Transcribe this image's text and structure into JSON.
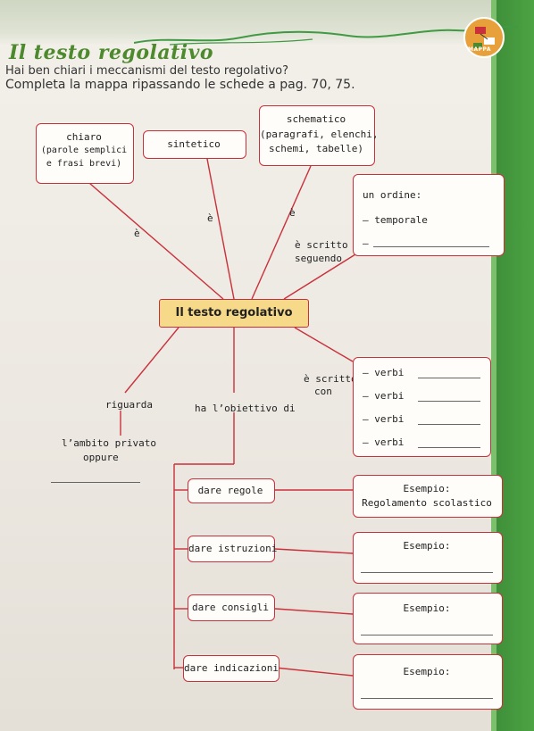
{
  "header": {
    "title": "Il testo regolativo",
    "intro_line1": "Hai ben chiari i meccanismi del testo regolativo?",
    "intro_line2": "Completa la mappa ripassando le schede a pag. 70, 75.",
    "badge_label": "MAPPA"
  },
  "map": {
    "central": "Il testo regolativo",
    "nodes": {
      "chiaro": "chiaro",
      "chiaro_detail1": "(parole semplici",
      "chiaro_detail2": "e frasi brevi)",
      "sintetico": "sintetico",
      "schematico": "schematico",
      "schematico_detail1": "(paragrafi, elenchi,",
      "schematico_detail2": "schemi, tabelle)",
      "e1": "è",
      "e2": "è",
      "e3": "è",
      "scritto_seguendo1": "è scritto",
      "scritto_seguendo2": "seguendo",
      "ordine_title": "un ordine:",
      "ordine_item1": "– temporale",
      "ordine_item2": "–",
      "scritto_con1": "è scritto",
      "scritto_con2": "con",
      "verbi": [
        "– verbi",
        "– verbi",
        "– verbi",
        "– verbi"
      ],
      "riguarda": "riguarda",
      "obiettivo": "ha l’obiettivo di",
      "ambito1": "l’ambito privato",
      "ambito2": "oppure"
    },
    "goals": [
      {
        "label": "dare regole",
        "example_title": "Esempio:",
        "example_value": "Regolamento scolastico"
      },
      {
        "label": "dare istruzioni",
        "example_title": "Esempio:",
        "example_value": ""
      },
      {
        "label": "dare consigli",
        "example_title": "Esempio:",
        "example_value": ""
      },
      {
        "label": "dare indicazioni",
        "example_title": "Esempio:",
        "example_value": ""
      }
    ]
  },
  "colors": {
    "accent_red": "#c9303a",
    "title_green": "#4d8a2e",
    "central_fill": "#f7d98a"
  }
}
